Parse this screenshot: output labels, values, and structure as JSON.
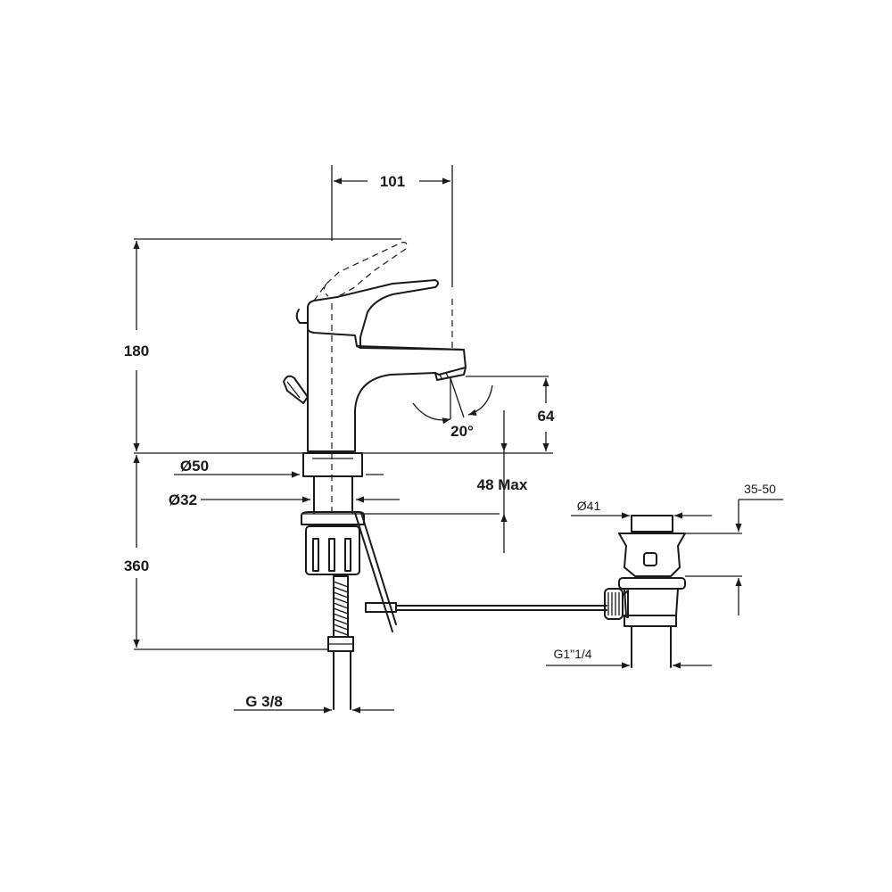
{
  "dimensions": {
    "width_101": "101",
    "height_180": "180",
    "height_64": "64",
    "angle_20": "20°",
    "dia_50": "Ø50",
    "dia_32": "Ø32",
    "max_48": "48 Max",
    "height_360": "360",
    "thread_g38": "G 3/8",
    "dia_41": "Ø41",
    "range_35_50": "35-50",
    "thread_g114": "G1\"1/4"
  }
}
